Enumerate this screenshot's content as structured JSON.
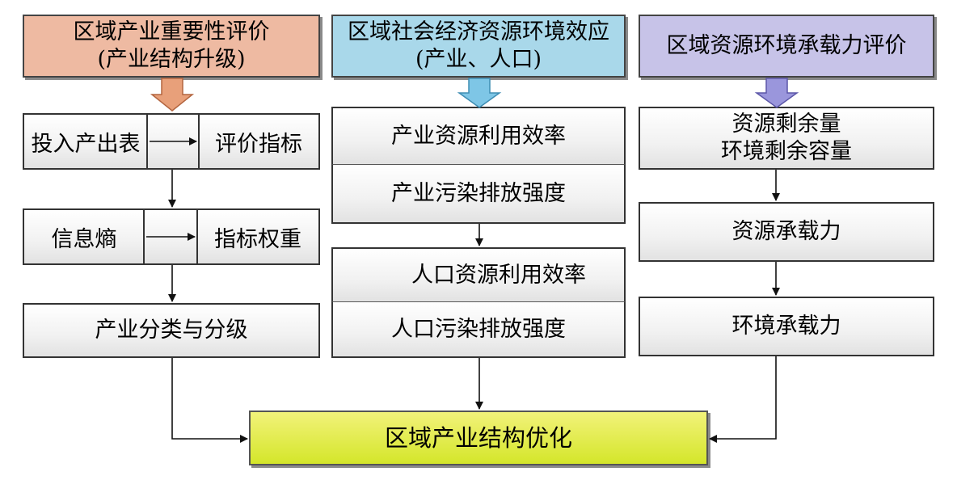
{
  "headers": {
    "industry_importance": "区域产业重要性评价\n(产业结构升级)",
    "socio_economic": "区域社会经济资源环境效应\n(产业、人口)",
    "carrying_capacity": "区域资源环境承载力评价"
  },
  "left": {
    "row1_left": "投入产出表",
    "row1_right": "评价指标",
    "row2_left": "信息熵",
    "row2_right": "指标权重",
    "row3": "产业分类与分级"
  },
  "middle": {
    "box1_top": "产业资源利用效率",
    "box1_bottom": "产业污染排放强度",
    "box2_top": "人口资源利用效率",
    "box2_bottom": "人口污染排放强度"
  },
  "right": {
    "box1": "资源剩余量\n环境剩余容量",
    "box2": "资源承载力",
    "box3": "环境承载力"
  },
  "final": "区域产业结构优化",
  "colors": {
    "header_left": "#eebaa2",
    "header_middle": "#a9d8ea",
    "header_right": "#c7c3e8",
    "final": "#e4ef4a",
    "arrow_left": "#e8a07a",
    "arrow_middle": "#7ec6e6",
    "arrow_right": "#9a96dc"
  }
}
